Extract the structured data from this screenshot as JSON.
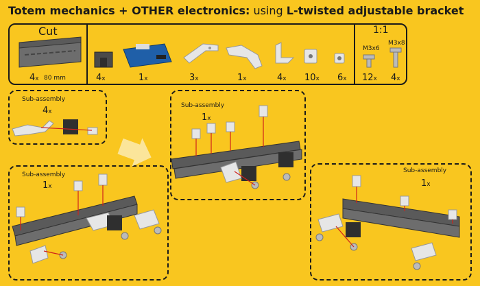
{
  "title": {
    "bold_part1": "Totem mechanics + OTHER electronics:",
    "regular_part": " using ",
    "bold_part2": "L-twisted adjustable bracket"
  },
  "parts": {
    "cut_label": "Cut",
    "scale_label": "1:1",
    "beam": {
      "count": "4",
      "unit": "x",
      "length": "80 mm"
    },
    "connector": {
      "count": "4",
      "unit": "x"
    },
    "arduino": {
      "count": "1",
      "unit": "x"
    },
    "l_bracket": {
      "count": "3",
      "unit": "x"
    },
    "twisted_bracket": {
      "count": "1",
      "unit": "x"
    },
    "corner": {
      "count": "4",
      "unit": "x"
    },
    "plate_nut": {
      "count": "10",
      "unit": "x"
    },
    "small_nut": {
      "count": "6",
      "unit": "x"
    },
    "screw_m3x6": {
      "label": "M3x6",
      "count": "12",
      "unit": "x"
    },
    "screw_m3x8": {
      "label": "M3x8",
      "count": "4",
      "unit": "x"
    }
  },
  "subassemblies": {
    "a": {
      "label": "Sub-assembly",
      "count": "4",
      "unit": "x"
    },
    "b": {
      "label": "Sub-assembly",
      "count": "1",
      "unit": "x"
    },
    "c": {
      "label": "Sub-assembly",
      "count": "1",
      "unit": "x"
    },
    "d": {
      "label": "Sub-assembly",
      "count": "1",
      "unit": "x"
    }
  },
  "colors": {
    "background": "#F9C61F",
    "beam": "#5a5a5a",
    "part_light": "#e6e6e6",
    "red_line": "#d0221b",
    "arrow": "#fbe59a"
  }
}
